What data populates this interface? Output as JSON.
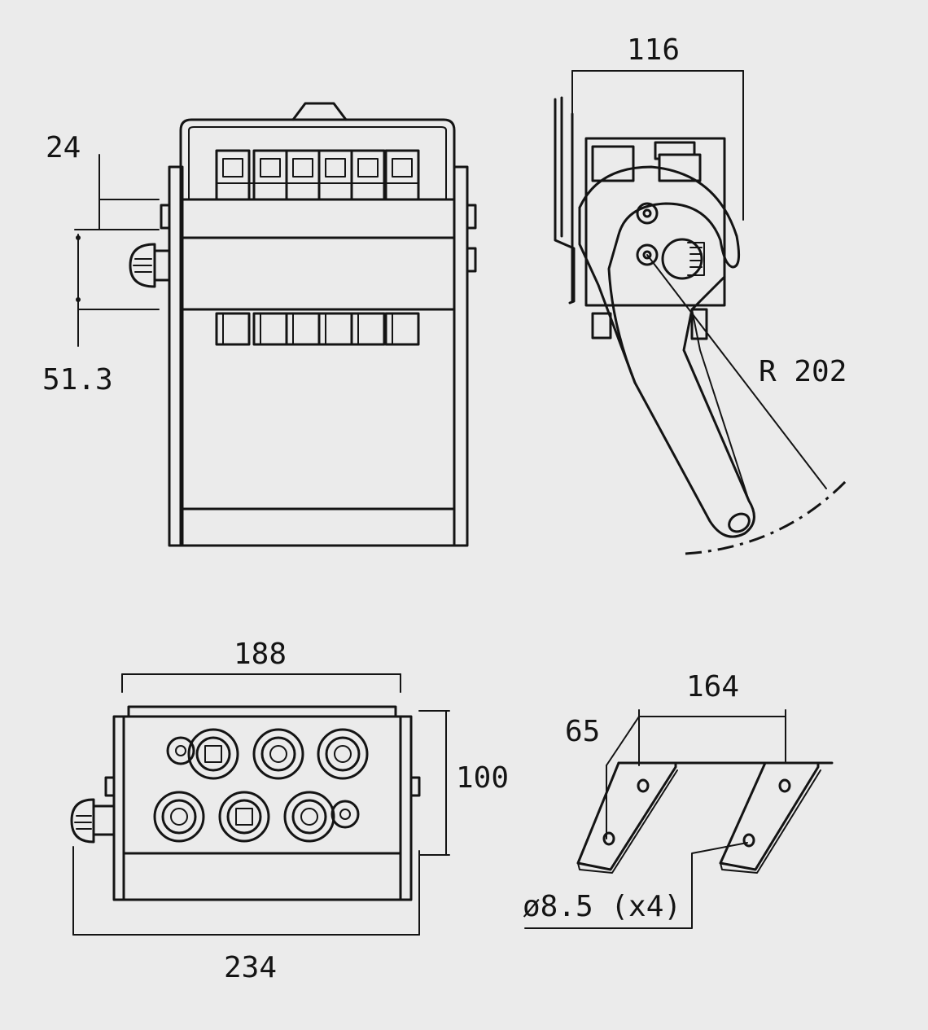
{
  "dimensions": {
    "d24": "24",
    "d51_3": "51.3",
    "d116": "116",
    "r202": "R 202",
    "d188": "188",
    "d100": "100",
    "d234": "234",
    "d164": "164",
    "d65": "65",
    "hole": "ø8.5 (x4)"
  },
  "colors": {
    "background": "#ebebeb",
    "line": "#141414"
  }
}
